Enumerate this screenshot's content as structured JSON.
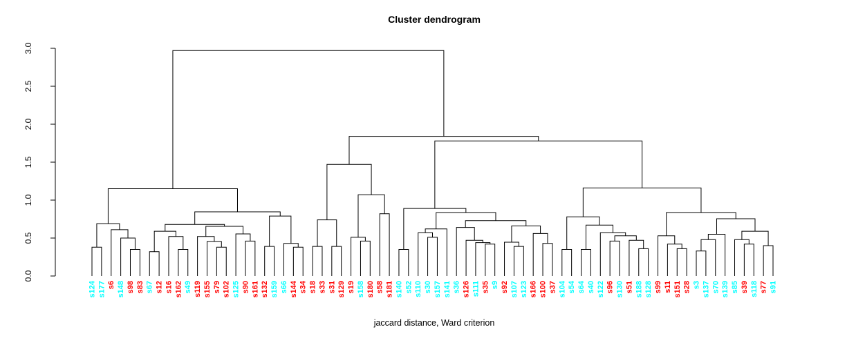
{
  "title": "Cluster dendrogram",
  "xlabel": "jaccard distance, Ward criterion",
  "palette": {
    "cyan": "#00FFFF",
    "red": "#FF0000",
    "line": "#000000",
    "background": "#FFFFFF"
  },
  "y_axis": {
    "ticks": [
      0.0,
      0.5,
      1.0,
      1.5,
      2.0,
      2.5,
      3.0
    ],
    "min": 0.0,
    "max": 3.0
  },
  "chart_data": {
    "type": "dendrogram",
    "title": "Cluster dendrogram",
    "xlabel": "jaccard distance, Ward criterion",
    "ylim": [
      0.0,
      3.0
    ],
    "root_height": 2.97,
    "leaves": [
      {
        "label": "s124",
        "color": "cyan"
      },
      {
        "label": "s177",
        "color": "cyan"
      },
      {
        "label": "s6",
        "color": "red"
      },
      {
        "label": "s148",
        "color": "cyan"
      },
      {
        "label": "s98",
        "color": "red"
      },
      {
        "label": "s83",
        "color": "red"
      },
      {
        "label": "s67",
        "color": "cyan"
      },
      {
        "label": "s12",
        "color": "red"
      },
      {
        "label": "s16",
        "color": "red"
      },
      {
        "label": "s162",
        "color": "red"
      },
      {
        "label": "s49",
        "color": "cyan"
      },
      {
        "label": "s119",
        "color": "red"
      },
      {
        "label": "s155",
        "color": "red"
      },
      {
        "label": "s79",
        "color": "red"
      },
      {
        "label": "s102",
        "color": "red"
      },
      {
        "label": "s125",
        "color": "cyan"
      },
      {
        "label": "s90",
        "color": "red"
      },
      {
        "label": "s161",
        "color": "red"
      },
      {
        "label": "s132",
        "color": "red"
      },
      {
        "label": "s159",
        "color": "cyan"
      },
      {
        "label": "s66",
        "color": "cyan"
      },
      {
        "label": "s144",
        "color": "red"
      },
      {
        "label": "s34",
        "color": "red"
      },
      {
        "label": "s18",
        "color": "red"
      },
      {
        "label": "s33",
        "color": "red"
      },
      {
        "label": "s31",
        "color": "red"
      },
      {
        "label": "s129",
        "color": "red"
      },
      {
        "label": "s19",
        "color": "red"
      },
      {
        "label": "s158",
        "color": "cyan"
      },
      {
        "label": "s180",
        "color": "red"
      },
      {
        "label": "s58",
        "color": "red"
      },
      {
        "label": "s181",
        "color": "red"
      },
      {
        "label": "s140",
        "color": "cyan"
      },
      {
        "label": "s52",
        "color": "cyan"
      },
      {
        "label": "s110",
        "color": "cyan"
      },
      {
        "label": "s30",
        "color": "cyan"
      },
      {
        "label": "s157",
        "color": "cyan"
      },
      {
        "label": "s141",
        "color": "cyan"
      },
      {
        "label": "s36",
        "color": "cyan"
      },
      {
        "label": "s126",
        "color": "red"
      },
      {
        "label": "s111",
        "color": "cyan"
      },
      {
        "label": "s35",
        "color": "red"
      },
      {
        "label": "s9",
        "color": "cyan"
      },
      {
        "label": "s92",
        "color": "red"
      },
      {
        "label": "s107",
        "color": "cyan"
      },
      {
        "label": "s123",
        "color": "cyan"
      },
      {
        "label": "s166",
        "color": "red"
      },
      {
        "label": "s100",
        "color": "red"
      },
      {
        "label": "s37",
        "color": "red"
      },
      {
        "label": "s104",
        "color": "cyan"
      },
      {
        "label": "s54",
        "color": "cyan"
      },
      {
        "label": "s64",
        "color": "cyan"
      },
      {
        "label": "s40",
        "color": "cyan"
      },
      {
        "label": "s122",
        "color": "cyan"
      },
      {
        "label": "s96",
        "color": "red"
      },
      {
        "label": "s130",
        "color": "cyan"
      },
      {
        "label": "s51",
        "color": "red"
      },
      {
        "label": "s188",
        "color": "cyan"
      },
      {
        "label": "s128",
        "color": "cyan"
      },
      {
        "label": "s99",
        "color": "red"
      },
      {
        "label": "s11",
        "color": "red"
      },
      {
        "label": "s151",
        "color": "red"
      },
      {
        "label": "s28",
        "color": "red"
      },
      {
        "label": "s3",
        "color": "cyan"
      },
      {
        "label": "s137",
        "color": "cyan"
      },
      {
        "label": "s70",
        "color": "cyan"
      },
      {
        "label": "s139",
        "color": "cyan"
      },
      {
        "label": "s85",
        "color": "cyan"
      },
      {
        "label": "s39",
        "color": "red"
      },
      {
        "label": "s118",
        "color": "cyan"
      },
      {
        "label": "s77",
        "color": "red"
      },
      {
        "label": "s91",
        "color": "cyan"
      }
    ],
    "tree": [
      2.97,
      [
        1.15,
        [
          0.69,
          [
            0.38,
            0,
            1
          ],
          [
            0.61,
            2,
            [
              0.5,
              3,
              [
                0.35,
                4,
                5
              ]
            ]
          ]
        ],
        [
          0.845,
          [
            0.68,
            [
              0.59,
              [
                0.32,
                6,
                7
              ],
              [
                0.52,
                8,
                [
                  0.35,
                  9,
                  10
                ]
              ]
            ],
            [
              0.655,
              [
                0.52,
                11,
                [
                  0.455,
                  12,
                  [
                    0.38,
                    13,
                    14
                  ]
                ]
              ],
              [
                0.555,
                15,
                [
                  0.46,
                  16,
                  17
                ]
              ]
            ]
          ],
          [
            0.79,
            [
              0.39,
              18,
              19
            ],
            [
              0.43,
              20,
              [
                0.38,
                21,
                22
              ]
            ]
          ]
        ]
      ],
      [
        1.84,
        [
          1.47,
          [
            0.74,
            [
              0.39,
              23,
              24
            ],
            [
              0.39,
              25,
              26
            ]
          ],
          [
            1.07,
            [
              0.51,
              27,
              [
                0.46,
                28,
                29
              ]
            ],
            [
              0.82,
              30,
              31
            ]
          ]
        ],
        [
          1.78,
          [
            0.89,
            [
              0.35,
              32,
              33
            ],
            [
              0.835,
              [
                0.62,
                [
                  0.57,
                  34,
                  [
                    0.51,
                    35,
                    36
                  ]
                ],
                37
              ],
              [
                0.73,
                [
                  0.64,
                  38,
                  [
                    0.47,
                    39,
                    [
                      0.44,
                      40,
                      [
                        0.42,
                        41,
                        42
                      ]
                    ]
                  ]
                ],
                [
                  0.66,
                  [
                    0.445,
                    43,
                    [
                      0.39,
                      44,
                      45
                    ]
                  ],
                  [
                    0.56,
                    46,
                    [
                      0.43,
                      47,
                      48
                    ]
                  ]
                ]
              ]
            ]
          ],
          [
            1.16,
            [
              0.78,
              [
                0.35,
                49,
                50
              ],
              [
                0.67,
                [
                  0.35,
                  51,
                  52
                ],
                [
                  0.57,
                  53,
                  [
                    0.53,
                    [
                      0.46,
                      54,
                      55
                    ],
                    [
                      0.47,
                      56,
                      [
                        0.36,
                        57,
                        58
                      ]
                    ]
                  ]
                ]
              ]
            ],
            [
              0.835,
              [
                0.53,
                59,
                [
                  0.42,
                  60,
                  [
                    0.36,
                    61,
                    62
                  ]
                ]
              ],
              [
                0.755,
                [
                  0.55,
                  [
                    0.48,
                    [
                      0.33,
                      63,
                      64
                    ],
                    65
                  ],
                  66
                ],
                [
                  0.59,
                  [
                    0.48,
                    67,
                    [
                      0.42,
                      68,
                      69
                    ]
                  ],
                  [
                    0.4,
                    70,
                    71
                  ]
                ]
              ]
            ]
          ]
        ]
      ]
    ]
  }
}
